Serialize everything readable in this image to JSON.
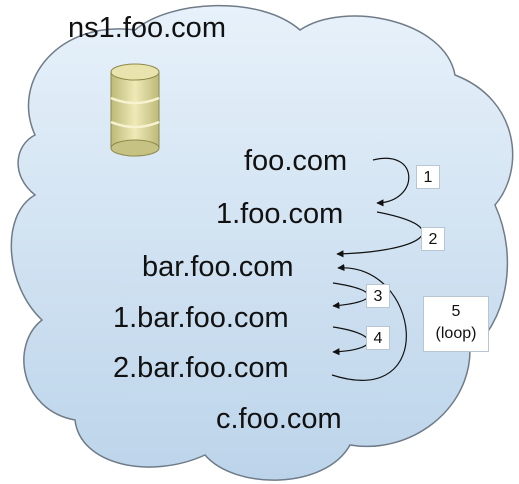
{
  "server": {
    "label": "ns1.foo.com",
    "icon": "database-icon"
  },
  "domains": [
    "foo.com",
    "1.foo.com",
    "bar.foo.com",
    "1.bar.foo.com",
    "2.bar.foo.com",
    "c.foo.com"
  ],
  "steps": [
    {
      "label": "1"
    },
    {
      "label": "2"
    },
    {
      "label": "3"
    },
    {
      "label": "4"
    },
    {
      "label": "5",
      "sublabel": "(loop)"
    }
  ],
  "colors": {
    "cloud_fill": "#c7dbee",
    "cloud_stroke": "#6f7b88",
    "database_fill": "#d7d39b",
    "database_stroke": "#8e8a4a",
    "arrow": "#111111"
  }
}
